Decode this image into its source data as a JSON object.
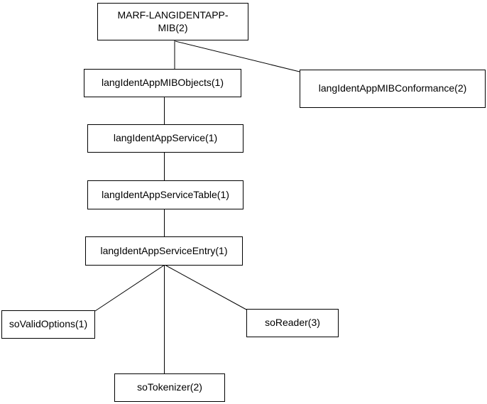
{
  "diagram": {
    "type": "tree",
    "description": "MIB object hierarchy diagram",
    "colors": {
      "background": "#ffffff",
      "node_border": "#000000",
      "node_fill": "#ffffff",
      "text": "#000000",
      "connector": "#000000"
    },
    "nodes": {
      "mib": {
        "label": "MARF-LANGIDENTAPP-MIB(2)"
      },
      "objects": {
        "label": "langIdentAppMIBObjects(1)"
      },
      "conformance": {
        "label": "langIdentAppMIBConformance(2)"
      },
      "service": {
        "label": "langIdentAppService(1)"
      },
      "table": {
        "label": "langIdentAppServiceTable(1)"
      },
      "entry": {
        "label": "langIdentAppServiceEntry(1)"
      },
      "validoptions": {
        "label": "soValidOptions(1)"
      },
      "tokenizer": {
        "label": "soTokenizer(2)"
      },
      "reader": {
        "label": "soReader(3)"
      }
    },
    "edges": [
      {
        "from": "mib",
        "to": "objects"
      },
      {
        "from": "mib",
        "to": "conformance"
      },
      {
        "from": "objects",
        "to": "service"
      },
      {
        "from": "service",
        "to": "table"
      },
      {
        "from": "table",
        "to": "entry"
      },
      {
        "from": "entry",
        "to": "validoptions"
      },
      {
        "from": "entry",
        "to": "tokenizer"
      },
      {
        "from": "entry",
        "to": "reader"
      }
    ]
  }
}
